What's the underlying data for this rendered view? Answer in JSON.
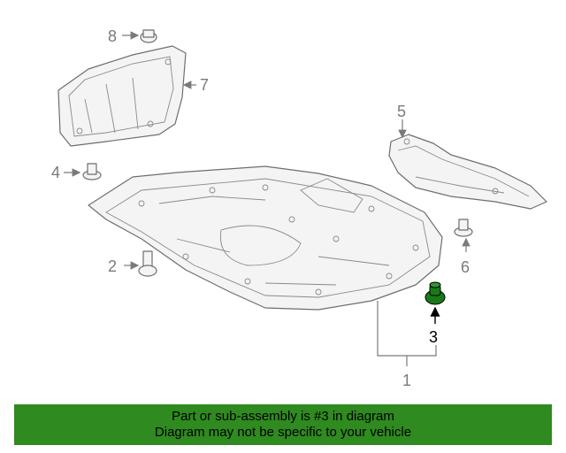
{
  "callouts": {
    "c1": "1",
    "c2": "2",
    "c3": "3",
    "c4": "4",
    "c5": "5",
    "c6": "6",
    "c7": "7",
    "c8": "8"
  },
  "banner": {
    "line1": "Part or sub-assembly is #3 in diagram",
    "line2": "Diagram may not be specific to your vehicle"
  },
  "colors": {
    "highlight": "#1a7a1a",
    "banner_bg": "#2f8a1f"
  }
}
